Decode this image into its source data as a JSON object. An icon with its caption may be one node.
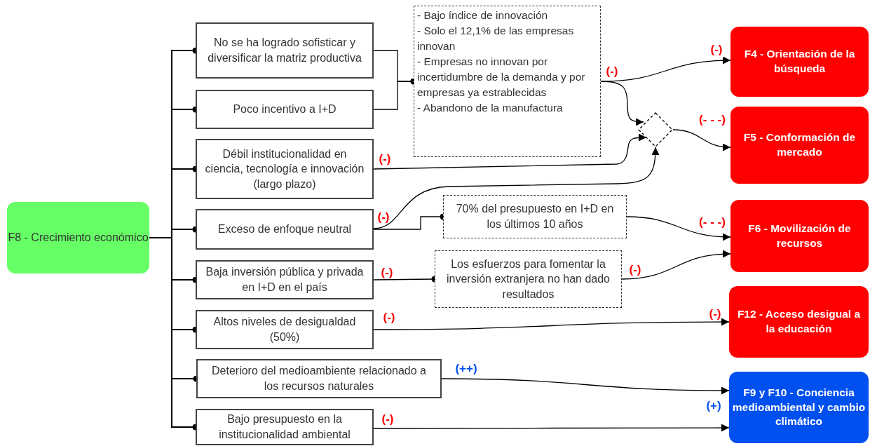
{
  "diagram": {
    "nodes": [
      {
        "text": [
          "F8 - Crecimiento económico"
        ]
      },
      {
        "text": [
          "No se ha logrado sofisticar y diversificar la matriz productiva"
        ]
      },
      {
        "text": [
          "Poco incentivo a I+D"
        ]
      },
      {
        "text": [
          "Débil institucionalidad en ciencia, tecnología e innovación (largo plazo)"
        ]
      },
      {
        "text": [
          "Exceso de enfoque neutral"
        ]
      },
      {
        "text": [
          "Baja inversión pública y privada en I+D en el país"
        ]
      },
      {
        "text": [
          "Altos niveles de desigualdad (50%)"
        ]
      },
      {
        "text": [
          "Deterioro del medioambiente relacionado a los recursos naturales"
        ]
      },
      {
        "text": [
          "Bajo presupuesto en la institucionalidad ambiental"
        ]
      },
      {
        "text": [
          "- Bajo índice de innovación",
          "- Solo el 12,1% de las empresas innovan",
          "- Empresas no innovan por incertidumbre de la demanda y por empresas ya estrablecidas",
          "- Abandono de la manufactura"
        ]
      },
      {
        "text": [
          "70% del presupuesto en I+D en los últimos 10 años"
        ]
      },
      {
        "text": [
          "Los esfuerzos para fomentar la inversión extranjera no han dado resultados"
        ]
      },
      {
        "text": [],
        "shape": "diamond"
      },
      {
        "text": [
          "F4 - Orientación de la búsqueda"
        ]
      },
      {
        "text": [
          "F5 - Conformación de mercado"
        ]
      },
      {
        "text": [
          "F6 - Movilización de recursos"
        ]
      },
      {
        "text": [
          "F12 - Acceso desigual a la educación"
        ]
      },
      {
        "text": [
          "F9 y F10 - Conciencia medioambiental y cambio climático"
        ]
      }
    ],
    "edges": [
      {
        "from": 0,
        "to": 1,
        "arrow": "other"
      },
      {
        "from": 0,
        "to": 2,
        "arrow": "other"
      },
      {
        "from": 0,
        "to": 3,
        "arrow": "other"
      },
      {
        "from": 0,
        "to": 4,
        "arrow": "other"
      },
      {
        "from": 0,
        "to": 5,
        "arrow": "other"
      },
      {
        "from": 0,
        "to": 6,
        "arrow": "other"
      },
      {
        "from": 0,
        "to": 7,
        "arrow": "other"
      },
      {
        "from": 0,
        "to": 8,
        "arrow": "other"
      },
      {
        "from": 1,
        "to": 9,
        "arrow": "other"
      },
      {
        "from": 2,
        "to": 9,
        "arrow": "other"
      },
      {
        "from": 9,
        "to": 13,
        "arrow": "to",
        "label": "(-)"
      },
      {
        "from": 9,
        "to": 12,
        "arrow": "to",
        "label": "(-)"
      },
      {
        "from": 3,
        "to": 12,
        "arrow": "to",
        "label": "(-)"
      },
      {
        "from": 4,
        "to": 12,
        "arrow": "to",
        "label": "(-)"
      },
      {
        "from": 4,
        "to": 10,
        "arrow": "other"
      },
      {
        "from": 12,
        "to": 14,
        "arrow": "to",
        "label": "(- - -)"
      },
      {
        "from": 10,
        "to": 15,
        "arrow": "to",
        "label": "(- - -)"
      },
      {
        "from": 5,
        "to": 11,
        "arrow": "other",
        "label": "(-)"
      },
      {
        "from": 11,
        "to": 15,
        "arrow": "to",
        "label": "(-)"
      },
      {
        "from": 6,
        "to": 16,
        "arrow": "to",
        "label": "(-)"
      },
      {
        "from": 7,
        "to": 17,
        "arrow": "to",
        "label": "(++)"
      },
      {
        "from": 8,
        "to": 17,
        "arrow": "to",
        "label": "(-)"
      }
    ],
    "labels": [
      "(-)",
      "(+)"
    ]
  }
}
